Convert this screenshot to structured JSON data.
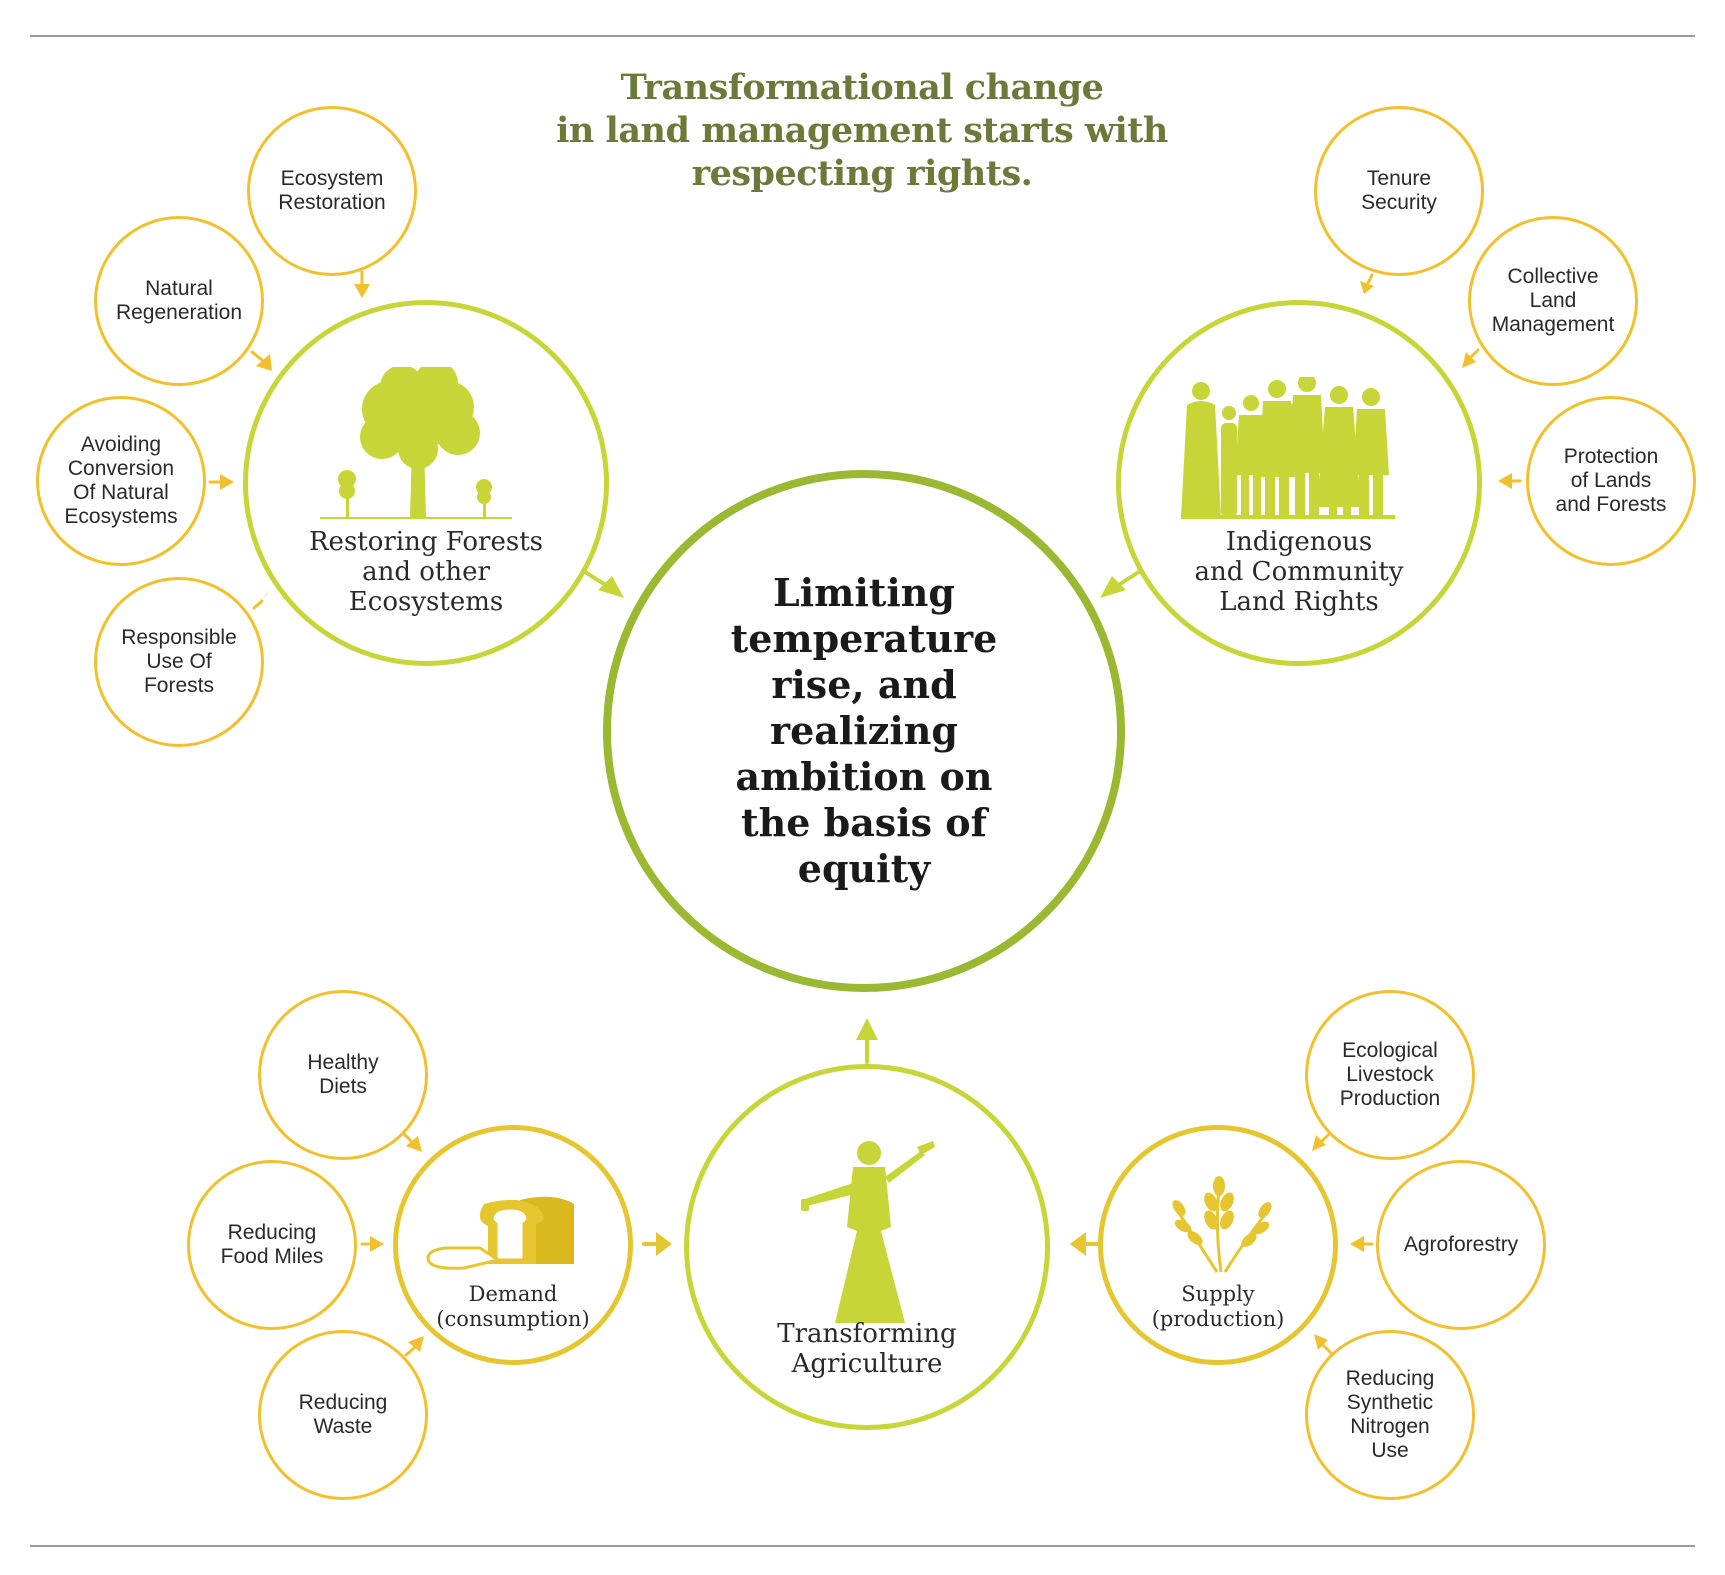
{
  "title": [
    "Transformational change",
    "in land management starts with",
    "respecting rights."
  ],
  "central": [
    "Limiting",
    "temperature",
    "rise, and",
    "realizing",
    "ambition on",
    "the basis of",
    "equity"
  ],
  "hubs": {
    "forests": [
      "Restoring Forests",
      "and other",
      "Ecosystems"
    ],
    "rights": [
      "Indigenous",
      "and Community",
      "Land Rights"
    ],
    "agriculture": [
      "Transforming",
      "Agriculture"
    ],
    "demand": [
      "Demand",
      "(consumption)"
    ],
    "supply": [
      "Supply",
      "(production)"
    ]
  },
  "nodes": {
    "ecosystem_restoration": [
      "Ecosystem",
      "Restoration"
    ],
    "natural_regeneration": [
      "Natural",
      "Regeneration"
    ],
    "avoiding_conversion": [
      "Avoiding",
      "Conversion",
      "Of Natural",
      "Ecosystems"
    ],
    "responsible_use": [
      "Responsible",
      "Use Of",
      "Forests"
    ],
    "tenure_security": [
      "Tenure",
      "Security"
    ],
    "collective_land": [
      "Collective",
      "Land",
      "Management"
    ],
    "protection_lands": [
      "Protection",
      "of Lands",
      "and Forests"
    ],
    "healthy_diets": [
      "Healthy",
      "Diets"
    ],
    "food_miles": [
      "Reducing",
      "Food Miles"
    ],
    "reducing_waste": [
      "Reducing",
      "Waste"
    ],
    "ecological_livestock": [
      "Ecological",
      "Livestock",
      "Production"
    ],
    "agroforestry": [
      "Agroforestry"
    ],
    "synthetic_nitrogen": [
      "Reducing",
      "Synthetic",
      "Nitrogen",
      "Use"
    ]
  },
  "icons": {
    "forests": "tree-icon",
    "rights": "people-icon",
    "agriculture": "farmer-icon",
    "demand": "bread-icon",
    "supply": "wheat-icon"
  },
  "colors": {
    "title": "#6b7a3a",
    "small_ring": "#f2c02e",
    "hub_ring": "#c7d538",
    "central_ring": "#9bb832",
    "icon_fill": "#c7d538",
    "arrow": "#f2c02e"
  }
}
